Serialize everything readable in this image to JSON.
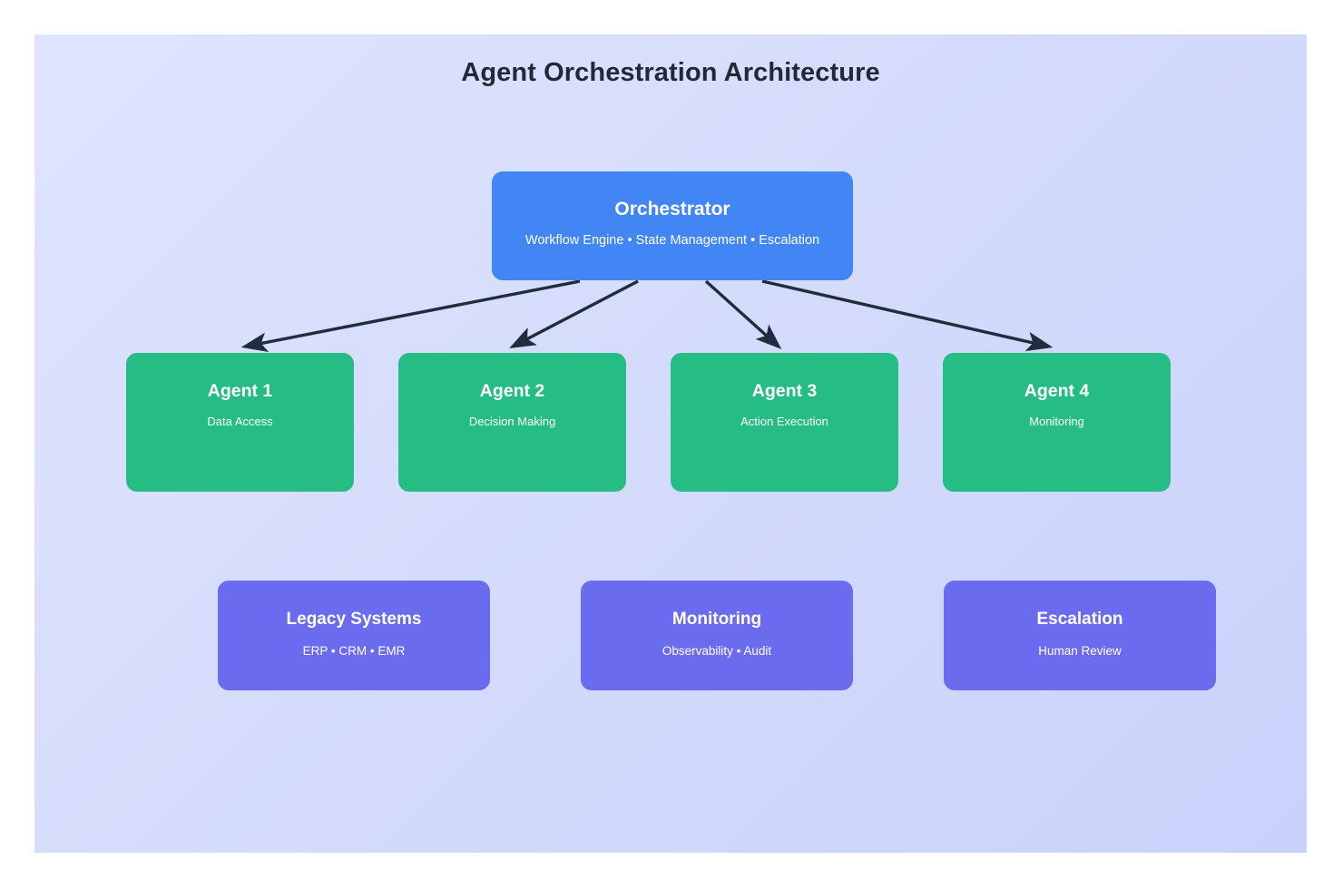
{
  "diagram": {
    "title": "Agent Orchestration Architecture",
    "background_color": "#dfe4fe",
    "arrow_color": "#1f2d3d",
    "orchestrator": {
      "title": "Orchestrator",
      "subtitle": "Workflow Engine • State Management • Escalation",
      "color": "#4285f4"
    },
    "agents": [
      {
        "title": "Agent 1",
        "subtitle": "Data Access",
        "color": "#26bd85"
      },
      {
        "title": "Agent 2",
        "subtitle": "Decision Making",
        "color": "#26bd85"
      },
      {
        "title": "Agent 3",
        "subtitle": "Action Execution",
        "color": "#26bd85"
      },
      {
        "title": "Agent 4",
        "subtitle": "Monitoring",
        "color": "#26bd85"
      }
    ],
    "support": [
      {
        "title": "Legacy Systems",
        "subtitle": "ERP • CRM • EMR",
        "color": "#6b6bf0"
      },
      {
        "title": "Monitoring",
        "subtitle": "Observability • Audit",
        "color": "#6b6bf0"
      },
      {
        "title": "Escalation",
        "subtitle": "Human Review",
        "color": "#6b6bf0"
      }
    ],
    "connections": [
      {
        "from": "Orchestrator",
        "to": "Agent 1"
      },
      {
        "from": "Orchestrator",
        "to": "Agent 2"
      },
      {
        "from": "Orchestrator",
        "to": "Agent 3"
      },
      {
        "from": "Orchestrator",
        "to": "Agent 4"
      }
    ]
  }
}
